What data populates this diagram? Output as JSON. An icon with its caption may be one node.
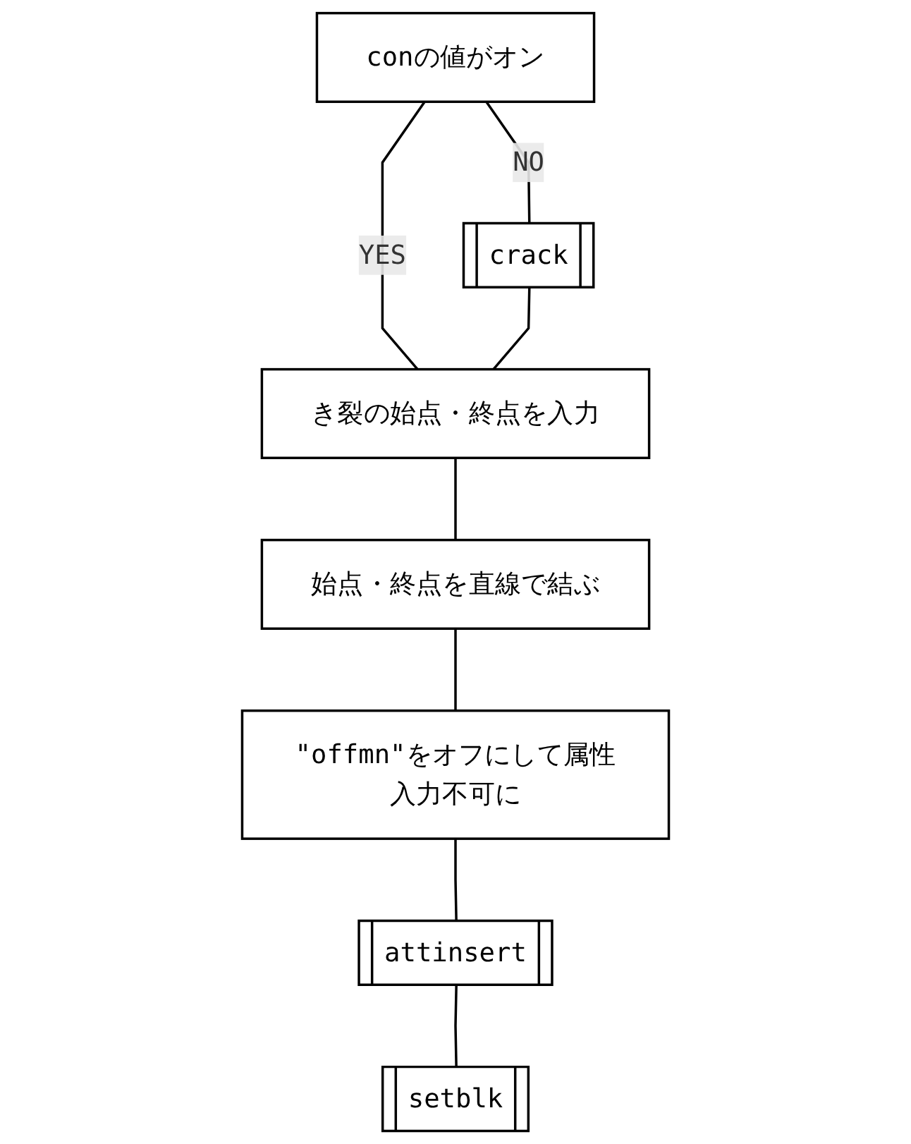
{
  "diagram": {
    "nodes": [
      {
        "text": [
          "conの値がオン"
        ]
      },
      {
        "text": [
          "crack"
        ]
      },
      {
        "text": [
          "き裂の始点・終点を入力"
        ]
      },
      {
        "text": [
          "始点・終点を直線で結ぶ"
        ]
      },
      {
        "text": [
          "\"offmn\"をオフにして属性入力不可に"
        ]
      },
      {
        "text": [
          "attinsert"
        ]
      },
      {
        "text": [
          "setblk"
        ]
      }
    ],
    "edges": [
      {
        "from": 0,
        "to": 1,
        "arrow": "none",
        "label": "NO"
      },
      {
        "from": 0,
        "to": 2,
        "arrow": "none",
        "label": "YES"
      },
      {
        "from": 1,
        "to": 2,
        "arrow": "none"
      },
      {
        "from": 2,
        "to": 3,
        "arrow": "none"
      },
      {
        "from": 3,
        "to": 4,
        "arrow": "none"
      },
      {
        "from": 4,
        "to": 5,
        "arrow": "none"
      },
      {
        "from": 5,
        "to": 6,
        "arrow": "none"
      }
    ]
  }
}
